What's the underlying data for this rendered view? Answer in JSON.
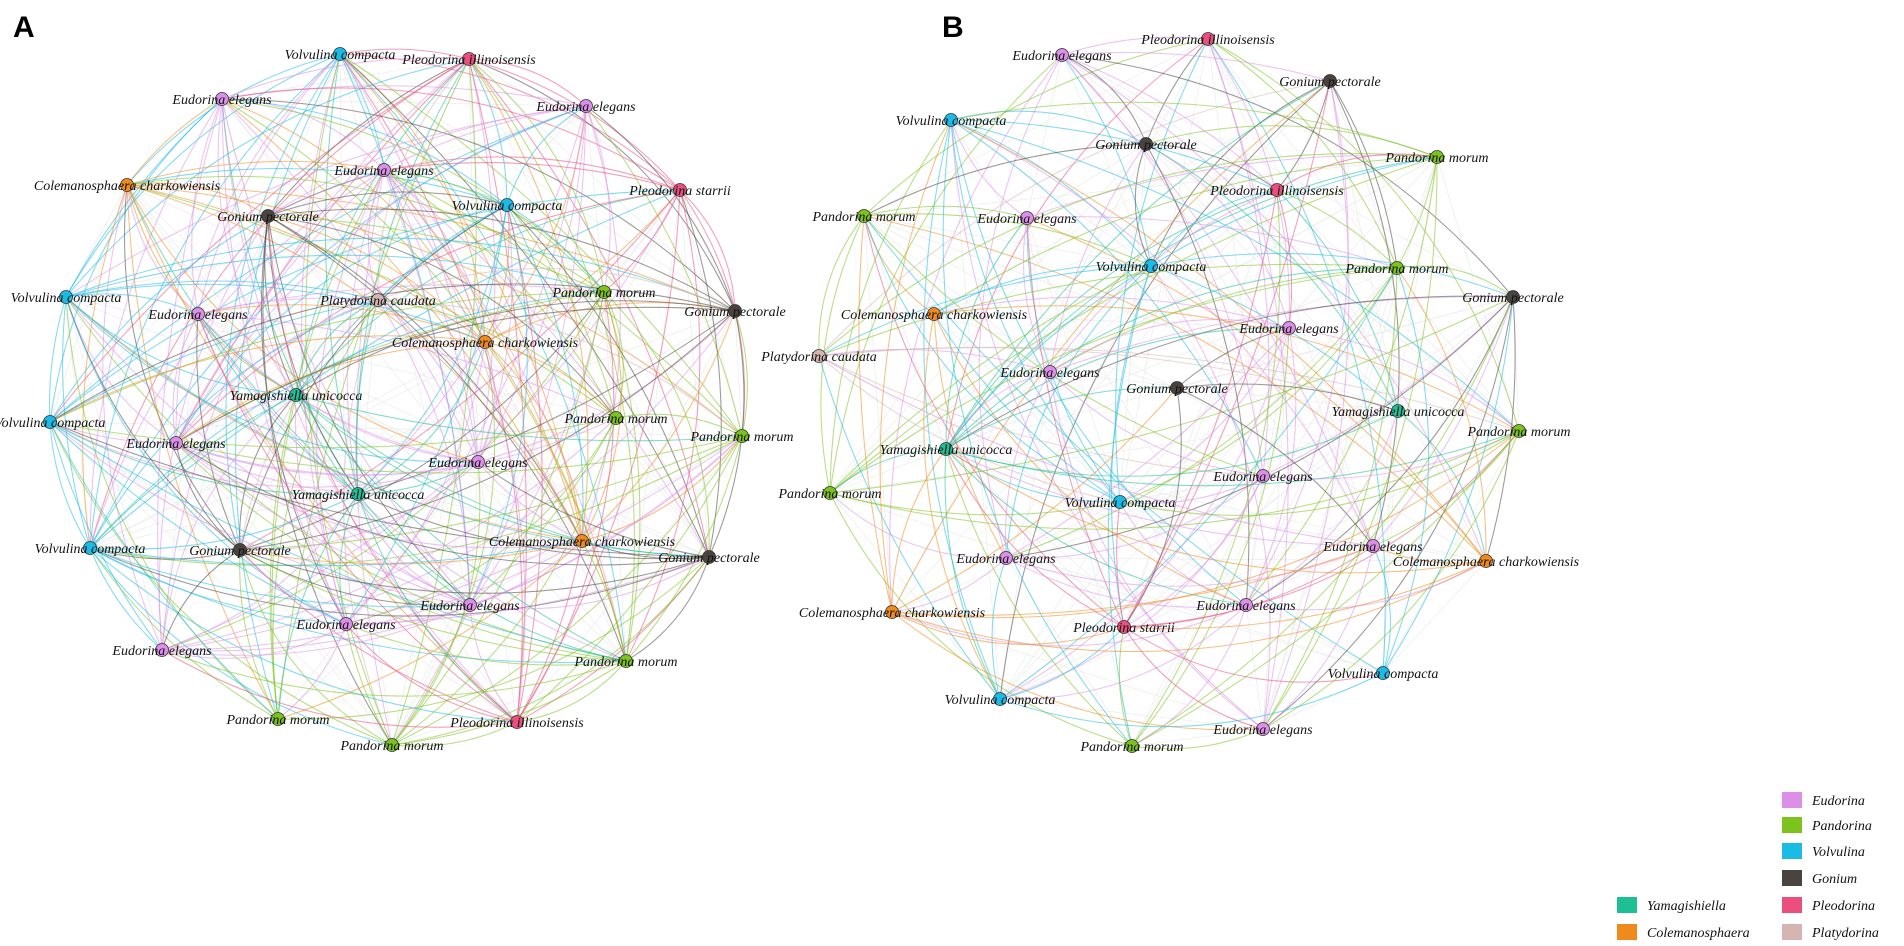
{
  "panels": [
    {
      "letter": "A",
      "nodes": [
        {
          "label": "Volvulina compacta",
          "genus": "Volvulina"
        },
        {
          "label": "Pleodorina illinoisensis",
          "genus": "Pleodorina"
        },
        {
          "label": "Eudorina elegans",
          "genus": "Eudorina"
        },
        {
          "label": "Eudorina elegans",
          "genus": "Eudorina"
        },
        {
          "label": "Colemanosphaera charkowiensis",
          "genus": "Colemanosphaera"
        },
        {
          "label": "Eudorina elegans",
          "genus": "Eudorina"
        },
        {
          "label": "Pleodorina starrii",
          "genus": "Pleodorina"
        },
        {
          "label": "Gonium pectorale",
          "genus": "Gonium"
        },
        {
          "label": "Volvulina compacta",
          "genus": "Volvulina"
        },
        {
          "label": "Volvulina compacta",
          "genus": "Volvulina"
        },
        {
          "label": "Platydorina caudata",
          "genus": "Platydorina"
        },
        {
          "label": "Pandorina morum",
          "genus": "Pandorina"
        },
        {
          "label": "Eudorina elegans",
          "genus": "Eudorina"
        },
        {
          "label": "Gonium pectorale",
          "genus": "Gonium"
        },
        {
          "label": "Colemanosphaera charkowiensis",
          "genus": "Colemanosphaera"
        },
        {
          "label": "Yamagishiella unicocca",
          "genus": "Yamagishiella"
        },
        {
          "label": "Volvulina compacta",
          "genus": "Volvulina"
        },
        {
          "label": "Pandorina morum",
          "genus": "Pandorina"
        },
        {
          "label": "Pandorina morum",
          "genus": "Pandorina"
        },
        {
          "label": "Eudorina elegans",
          "genus": "Eudorina"
        },
        {
          "label": "Eudorina elegans",
          "genus": "Eudorina"
        },
        {
          "label": "Yamagishiella unicocca",
          "genus": "Yamagishiella"
        },
        {
          "label": "Volvulina compacta",
          "genus": "Volvulina"
        },
        {
          "label": "Gonium pectorale",
          "genus": "Gonium"
        },
        {
          "label": "Colemanosphaera charkowiensis",
          "genus": "Colemanosphaera"
        },
        {
          "label": "Gonium pectorale",
          "genus": "Gonium"
        },
        {
          "label": "Eudorina elegans",
          "genus": "Eudorina"
        },
        {
          "label": "Eudorina elegans",
          "genus": "Eudorina"
        },
        {
          "label": "Eudorina elegans",
          "genus": "Eudorina"
        },
        {
          "label": "Pandorina morum",
          "genus": "Pandorina"
        },
        {
          "label": "Pandorina morum",
          "genus": "Pandorina"
        },
        {
          "label": "Pleodorina illinoisensis",
          "genus": "Pleodorina"
        },
        {
          "label": "Pandorina morum",
          "genus": "Pandorina"
        }
      ]
    },
    {
      "letter": "B",
      "nodes": [
        {
          "label": "Pleodorina illinoisensis",
          "genus": "Pleodorina"
        },
        {
          "label": "Eudorina elegans",
          "genus": "Eudorina"
        },
        {
          "label": "Gonium pectorale",
          "genus": "Gonium"
        },
        {
          "label": "Volvulina compacta",
          "genus": "Volvulina"
        },
        {
          "label": "Gonium pectorale",
          "genus": "Gonium"
        },
        {
          "label": "Pandorina morum",
          "genus": "Pandorina"
        },
        {
          "label": "Pleodorina illinoisensis",
          "genus": "Pleodorina"
        },
        {
          "label": "Pandorina morum",
          "genus": "Pandorina"
        },
        {
          "label": "Eudorina elegans",
          "genus": "Eudorina"
        },
        {
          "label": "Volvulina compacta",
          "genus": "Volvulina"
        },
        {
          "label": "Pandorina morum",
          "genus": "Pandorina"
        },
        {
          "label": "Gonium pectorale",
          "genus": "Gonium"
        },
        {
          "label": "Colemanosphaera charkowiensis",
          "genus": "Colemanosphaera"
        },
        {
          "label": "Eudorina elegans",
          "genus": "Eudorina"
        },
        {
          "label": "Platydorina caudata",
          "genus": "Platydorina"
        },
        {
          "label": "Eudorina elegans",
          "genus": "Eudorina"
        },
        {
          "label": "Gonium pectorale",
          "genus": "Gonium"
        },
        {
          "label": "Yamagishiella unicocca",
          "genus": "Yamagishiella"
        },
        {
          "label": "Pandorina morum",
          "genus": "Pandorina"
        },
        {
          "label": "Yamagishiella unicocca",
          "genus": "Yamagishiella"
        },
        {
          "label": "Eudorina elegans",
          "genus": "Eudorina"
        },
        {
          "label": "Pandorina morum",
          "genus": "Pandorina"
        },
        {
          "label": "Volvulina compacta",
          "genus": "Volvulina"
        },
        {
          "label": "Eudorina elegans",
          "genus": "Eudorina"
        },
        {
          "label": "Eudorina elegans",
          "genus": "Eudorina"
        },
        {
          "label": "Colemanosphaera charkowiensis",
          "genus": "Colemanosphaera"
        },
        {
          "label": "Colemanosphaera charkowiensis",
          "genus": "Colemanosphaera"
        },
        {
          "label": "Eudorina elegans",
          "genus": "Eudorina"
        },
        {
          "label": "Pleodorina starrii",
          "genus": "Pleodorina"
        },
        {
          "label": "Volvulina compacta",
          "genus": "Volvulina"
        },
        {
          "label": "Volvulina compacta",
          "genus": "Volvulina"
        },
        {
          "label": "Eudorina elegans",
          "genus": "Eudorina"
        },
        {
          "label": "Pandorina morum",
          "genus": "Pandorina"
        }
      ]
    }
  ],
  "legend": [
    {
      "genus": "Eudorina",
      "color": "#dc8fe8"
    },
    {
      "genus": "Pandorina",
      "color": "#7cc31d"
    },
    {
      "genus": "Volvulina",
      "color": "#1bbbe6"
    },
    {
      "genus": "Gonium",
      "color": "#4a4340"
    },
    {
      "genus": "Yamagishiella",
      "color": "#1ebf94"
    },
    {
      "genus": "Pleodorina",
      "color": "#ea4f7f"
    },
    {
      "genus": "Colemanosphaera",
      "color": "#f08a1c"
    },
    {
      "genus": "Platydorina",
      "color": "#d6b4b4"
    }
  ]
}
